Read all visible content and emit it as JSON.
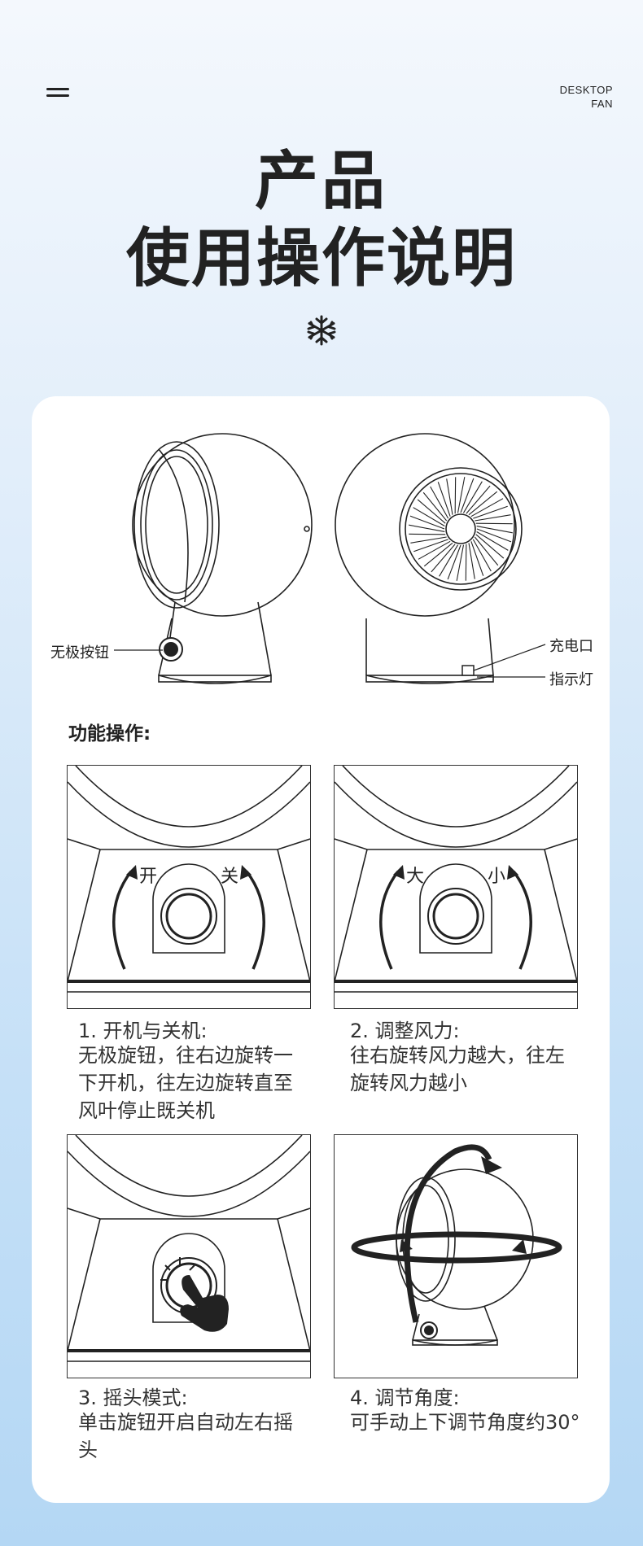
{
  "header": {
    "brand_line1": "DESKTOP",
    "brand_line2": "FAN",
    "title_line1": "产品",
    "title_line2": "使用操作说明"
  },
  "diagram": {
    "label_knob": "无极按钮",
    "label_charge_port": "充电口",
    "label_indicator": "指示灯"
  },
  "section_title": "功能操作:",
  "panels": [
    {
      "arrow_left": "开",
      "arrow_right": "关",
      "title": "1. 开机与关机:",
      "body": "无极旋钮，往右边旋转一下开机，往左边旋转直至风叶停止既关机"
    },
    {
      "arrow_left": "大",
      "arrow_right": "小",
      "title": "2. 调整风力:",
      "body": "往右旋转风力越大，往左旋转风力越小"
    },
    {
      "title": "3. 摇头模式:",
      "body": "单击旋钮开启自动左右摇头"
    },
    {
      "title": "4. 调节角度:",
      "body": "可手动上下调节角度约30°"
    }
  ],
  "colors": {
    "ink": "#222222",
    "card": "#ffffff",
    "bg_top": "#f4f8fd",
    "bg_bottom": "#b4d7f4"
  },
  "icons": [
    "menu-icon",
    "snowflake-icon",
    "rotate-arrow-icon",
    "hand-press-icon"
  ]
}
